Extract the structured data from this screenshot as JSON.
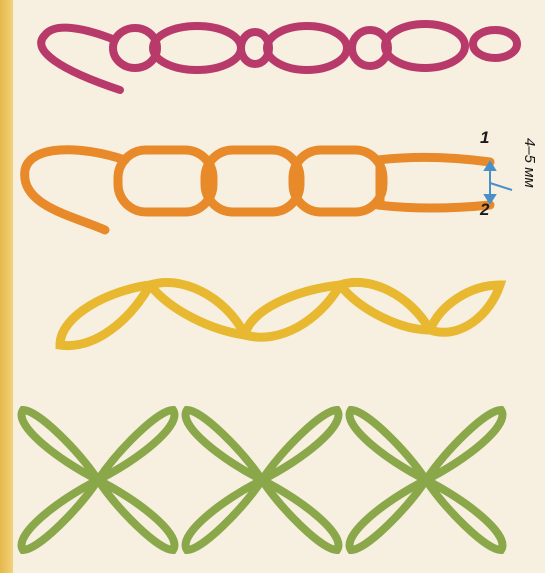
{
  "labels": {
    "thread_point_1": "1",
    "thread_point_2": "2",
    "dimension": "4–5 мм"
  },
  "colors": {
    "row1": "#b83a6a",
    "row2": "#e88a2a",
    "row3": "#e8b830",
    "row4": "#8aa84a",
    "dimension_arrow": "#4a90c8"
  }
}
